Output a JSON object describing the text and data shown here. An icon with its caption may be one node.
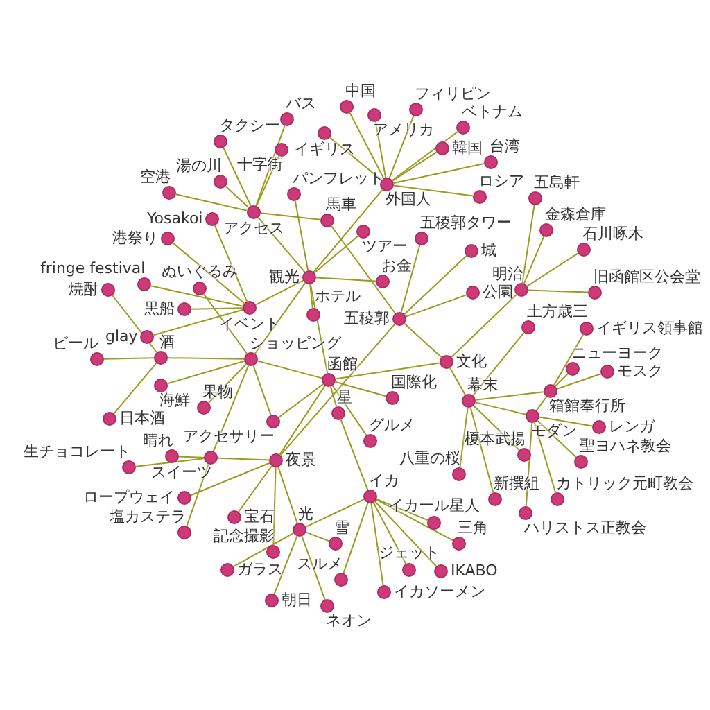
{
  "diagram": {
    "nodes": [
      {
        "text": [
          "中国"
        ]
      },
      {
        "text": [
          "フィリピン"
        ]
      },
      {
        "text": [
          "アメリカ"
        ]
      },
      {
        "text": [
          "バス"
        ]
      },
      {
        "text": [
          "ベトナム"
        ]
      },
      {
        "text": [
          "イギリス"
        ]
      },
      {
        "text": [
          "タクシー"
        ]
      },
      {
        "text": [
          "十字街"
        ]
      },
      {
        "text": [
          "韓国"
        ]
      },
      {
        "text": [
          "台湾"
        ]
      },
      {
        "text": [
          "湯の川"
        ]
      },
      {
        "text": [
          "外国人"
        ]
      },
      {
        "text": [
          "空港"
        ]
      },
      {
        "text": [
          "パンフレット"
        ]
      },
      {
        "text": [
          "ロシア"
        ]
      },
      {
        "text": [
          "五島軒"
        ]
      },
      {
        "text": [
          "アクセス"
        ]
      },
      {
        "text": [
          "Yosakoi"
        ]
      },
      {
        "text": [
          "馬車"
        ]
      },
      {
        "text": [
          "ツアー"
        ]
      },
      {
        "text": [
          "金森倉庫"
        ]
      },
      {
        "text": [
          "港祭り"
        ]
      },
      {
        "text": [
          "五稜郭タワー"
        ]
      },
      {
        "text": [
          "石川啄木"
        ]
      },
      {
        "text": [
          "城"
        ]
      },
      {
        "text": [
          "観光"
        ]
      },
      {
        "text": [
          "お金"
        ]
      },
      {
        "text": [
          "fringe festival"
        ]
      },
      {
        "text": [
          "ぬいぐるみ"
        ]
      },
      {
        "text": [
          "焼酎"
        ]
      },
      {
        "text": [
          "明治"
        ]
      },
      {
        "text": [
          "公園"
        ]
      },
      {
        "text": [
          "旧函館区公会堂"
        ]
      },
      {
        "text": [
          "黒船"
        ]
      },
      {
        "text": [
          "イベント"
        ]
      },
      {
        "text": [
          "ホテル"
        ]
      },
      {
        "text": [
          "五稜郭"
        ]
      },
      {
        "text": [
          "土方歳三"
        ]
      },
      {
        "text": [
          "イギリス領事館"
        ]
      },
      {
        "text": [
          "glay"
        ]
      },
      {
        "text": [
          "酒"
        ]
      },
      {
        "text": [
          "ビール"
        ]
      },
      {
        "text": [
          "ショッピング"
        ]
      },
      {
        "text": [
          "文化"
        ]
      },
      {
        "text": [
          "ニューヨーク"
        ]
      },
      {
        "text": [
          "モスク"
        ]
      },
      {
        "text": [
          "函館"
        ]
      },
      {
        "text": [
          "海鮮"
        ]
      },
      {
        "text": [
          "箱館奉行所"
        ]
      },
      {
        "text": [
          "国際化"
        ]
      },
      {
        "text": [
          "幕末"
        ]
      },
      {
        "text": [
          "果物"
        ]
      },
      {
        "text": [
          "星"
        ]
      },
      {
        "text": [
          "モダン"
        ]
      },
      {
        "text": [
          "日本酒"
        ]
      },
      {
        "text": [
          "アクセサリー"
        ]
      },
      {
        "text": [
          "レンガ"
        ]
      },
      {
        "text": [
          "グルメ"
        ]
      },
      {
        "text": [
          "榎本武揚"
        ]
      },
      {
        "text": [
          "晴れ"
        ]
      },
      {
        "text": [
          "スイーツ"
        ]
      },
      {
        "text": [
          "夜景"
        ]
      },
      {
        "text": [
          "聖ヨハネ教会"
        ]
      },
      {
        "text": [
          "生チョコレート"
        ]
      },
      {
        "text": [
          "八重の桜"
        ]
      },
      {
        "text": [
          "イカ"
        ]
      },
      {
        "text": [
          "ロープウェイ"
        ]
      },
      {
        "text": [
          "新撰組"
        ]
      },
      {
        "text": [
          "カトリック元町教会"
        ]
      },
      {
        "text": [
          "ハリストス正教会"
        ]
      },
      {
        "text": [
          "宝石"
        ]
      },
      {
        "text": [
          "イカール星人"
        ]
      },
      {
        "text": [
          "光"
        ]
      },
      {
        "text": [
          "塩カステラ"
        ]
      },
      {
        "text": [
          "三角"
        ]
      },
      {
        "text": [
          "雪"
        ]
      },
      {
        "text": [
          "記念撮影"
        ]
      },
      {
        "text": [
          "ガラス"
        ]
      },
      {
        "text": [
          "ジェット"
        ]
      },
      {
        "text": [
          "IKABO"
        ]
      },
      {
        "text": [
          "スルメ"
        ]
      },
      {
        "text": [
          "イカソーメン"
        ]
      },
      {
        "text": [
          "朝日"
        ]
      },
      {
        "text": [
          "ネオン"
        ]
      }
    ],
    "edges": [
      {
        "from": 11,
        "to": 0,
        "arrow": "none"
      },
      {
        "from": 11,
        "to": 2,
        "arrow": "none"
      },
      {
        "from": 11,
        "to": 1,
        "arrow": "none"
      },
      {
        "from": 11,
        "to": 4,
        "arrow": "none"
      },
      {
        "from": 11,
        "to": 8,
        "arrow": "none"
      },
      {
        "from": 11,
        "to": 9,
        "arrow": "none"
      },
      {
        "from": 11,
        "to": 14,
        "arrow": "none"
      },
      {
        "from": 11,
        "to": 5,
        "arrow": "none"
      },
      {
        "from": 11,
        "to": 25,
        "arrow": "none"
      },
      {
        "from": 16,
        "to": 3,
        "arrow": "none"
      },
      {
        "from": 16,
        "to": 6,
        "arrow": "none"
      },
      {
        "from": 16,
        "to": 7,
        "arrow": "none"
      },
      {
        "from": 16,
        "to": 12,
        "arrow": "none"
      },
      {
        "from": 16,
        "to": 10,
        "arrow": "none"
      },
      {
        "from": 16,
        "to": 18,
        "arrow": "none"
      },
      {
        "from": 16,
        "to": 25,
        "arrow": "none"
      },
      {
        "from": 18,
        "to": 36,
        "arrow": "none"
      },
      {
        "from": 25,
        "to": 13,
        "arrow": "none"
      },
      {
        "from": 25,
        "to": 19,
        "arrow": "none"
      },
      {
        "from": 25,
        "to": 26,
        "arrow": "none"
      },
      {
        "from": 25,
        "to": 35,
        "arrow": "none"
      },
      {
        "from": 25,
        "to": 34,
        "arrow": "none"
      },
      {
        "from": 25,
        "to": 42,
        "arrow": "none"
      },
      {
        "from": 25,
        "to": 46,
        "arrow": "none"
      },
      {
        "from": 34,
        "to": 17,
        "arrow": "none"
      },
      {
        "from": 34,
        "to": 21,
        "arrow": "none"
      },
      {
        "from": 34,
        "to": 27,
        "arrow": "none"
      },
      {
        "from": 34,
        "to": 33,
        "arrow": "none"
      },
      {
        "from": 34,
        "to": 39,
        "arrow": "none"
      },
      {
        "from": 42,
        "to": 28,
        "arrow": "none"
      },
      {
        "from": 42,
        "to": 40,
        "arrow": "none"
      },
      {
        "from": 42,
        "to": 47,
        "arrow": "none"
      },
      {
        "from": 42,
        "to": 51,
        "arrow": "none"
      },
      {
        "from": 42,
        "to": 55,
        "arrow": "none"
      },
      {
        "from": 42,
        "to": 60,
        "arrow": "none"
      },
      {
        "from": 42,
        "to": 46,
        "arrow": "none"
      },
      {
        "from": 40,
        "to": 29,
        "arrow": "none"
      },
      {
        "from": 40,
        "to": 41,
        "arrow": "none"
      },
      {
        "from": 40,
        "to": 54,
        "arrow": "none"
      },
      {
        "from": 60,
        "to": 63,
        "arrow": "none"
      },
      {
        "from": 60,
        "to": 73,
        "arrow": "none"
      },
      {
        "from": 61,
        "to": 59,
        "arrow": "none"
      },
      {
        "from": 61,
        "to": 66,
        "arrow": "none"
      },
      {
        "from": 61,
        "to": 70,
        "arrow": "none"
      },
      {
        "from": 61,
        "to": 72,
        "arrow": "none"
      },
      {
        "from": 61,
        "to": 76,
        "arrow": "none"
      },
      {
        "from": 61,
        "to": 46,
        "arrow": "none"
      },
      {
        "from": 61,
        "to": 36,
        "arrow": "none"
      },
      {
        "from": 72,
        "to": 65,
        "arrow": "none"
      },
      {
        "from": 72,
        "to": 77,
        "arrow": "none"
      },
      {
        "from": 72,
        "to": 82,
        "arrow": "none"
      },
      {
        "from": 72,
        "to": 83,
        "arrow": "none"
      },
      {
        "from": 72,
        "to": 75,
        "arrow": "none"
      },
      {
        "from": 65,
        "to": 80,
        "arrow": "none"
      },
      {
        "from": 65,
        "to": 81,
        "arrow": "none"
      },
      {
        "from": 65,
        "to": 78,
        "arrow": "none"
      },
      {
        "from": 65,
        "to": 79,
        "arrow": "none"
      },
      {
        "from": 65,
        "to": 74,
        "arrow": "none"
      },
      {
        "from": 65,
        "to": 71,
        "arrow": "none"
      },
      {
        "from": 65,
        "to": 52,
        "arrow": "none"
      },
      {
        "from": 46,
        "to": 49,
        "arrow": "none"
      },
      {
        "from": 46,
        "to": 52,
        "arrow": "none"
      },
      {
        "from": 46,
        "to": 57,
        "arrow": "none"
      },
      {
        "from": 46,
        "to": 55,
        "arrow": "none"
      },
      {
        "from": 46,
        "to": 43,
        "arrow": "none"
      },
      {
        "from": 36,
        "to": 22,
        "arrow": "none"
      },
      {
        "from": 36,
        "to": 31,
        "arrow": "none"
      },
      {
        "from": 36,
        "to": 24,
        "arrow": "none"
      },
      {
        "from": 36,
        "to": 43,
        "arrow": "none"
      },
      {
        "from": 30,
        "to": 15,
        "arrow": "none"
      },
      {
        "from": 30,
        "to": 20,
        "arrow": "none"
      },
      {
        "from": 30,
        "to": 23,
        "arrow": "none"
      },
      {
        "from": 30,
        "to": 32,
        "arrow": "none"
      },
      {
        "from": 30,
        "to": 43,
        "arrow": "none"
      },
      {
        "from": 43,
        "to": 50,
        "arrow": "none"
      },
      {
        "from": 50,
        "to": 37,
        "arrow": "none"
      },
      {
        "from": 50,
        "to": 48,
        "arrow": "none"
      },
      {
        "from": 50,
        "to": 58,
        "arrow": "none"
      },
      {
        "from": 50,
        "to": 64,
        "arrow": "none"
      },
      {
        "from": 50,
        "to": 67,
        "arrow": "none"
      },
      {
        "from": 50,
        "to": 53,
        "arrow": "none"
      },
      {
        "from": 48,
        "to": 38,
        "arrow": "none"
      },
      {
        "from": 48,
        "to": 44,
        "arrow": "none"
      },
      {
        "from": 48,
        "to": 45,
        "arrow": "none"
      },
      {
        "from": 48,
        "to": 53,
        "arrow": "none"
      },
      {
        "from": 53,
        "to": 56,
        "arrow": "none"
      },
      {
        "from": 53,
        "to": 62,
        "arrow": "none"
      },
      {
        "from": 53,
        "to": 68,
        "arrow": "none"
      },
      {
        "from": 53,
        "to": 69,
        "arrow": "none"
      }
    ]
  }
}
